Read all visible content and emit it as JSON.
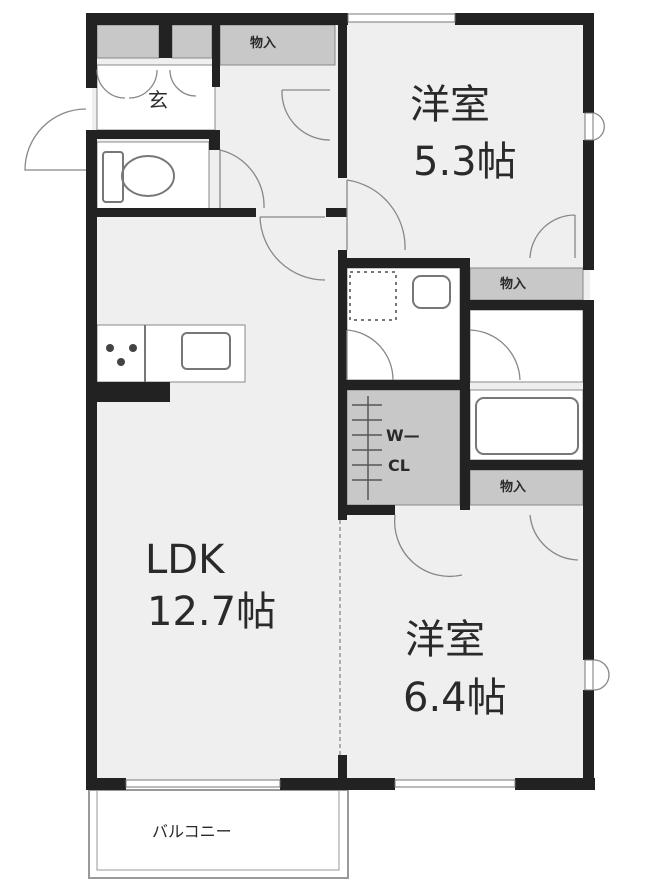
{
  "rooms": {
    "western_room_1": {
      "name": "洋室",
      "size": "5.3帖"
    },
    "western_room_2": {
      "name": "洋室",
      "size": "6.4帖"
    },
    "ldk": {
      "name": "LDK",
      "size": "12.7帖"
    },
    "entrance": "玄",
    "walk_in_closet": {
      "line1": "W—",
      "line2": "CL"
    },
    "storage_1": "物入",
    "storage_2": "物入",
    "storage_3": "物入",
    "balcony": "バルコニー"
  },
  "colors": {
    "wall": "#222222",
    "floor": "#efefef",
    "storage": "#c8c8c8",
    "fixture": "#ffffff"
  }
}
